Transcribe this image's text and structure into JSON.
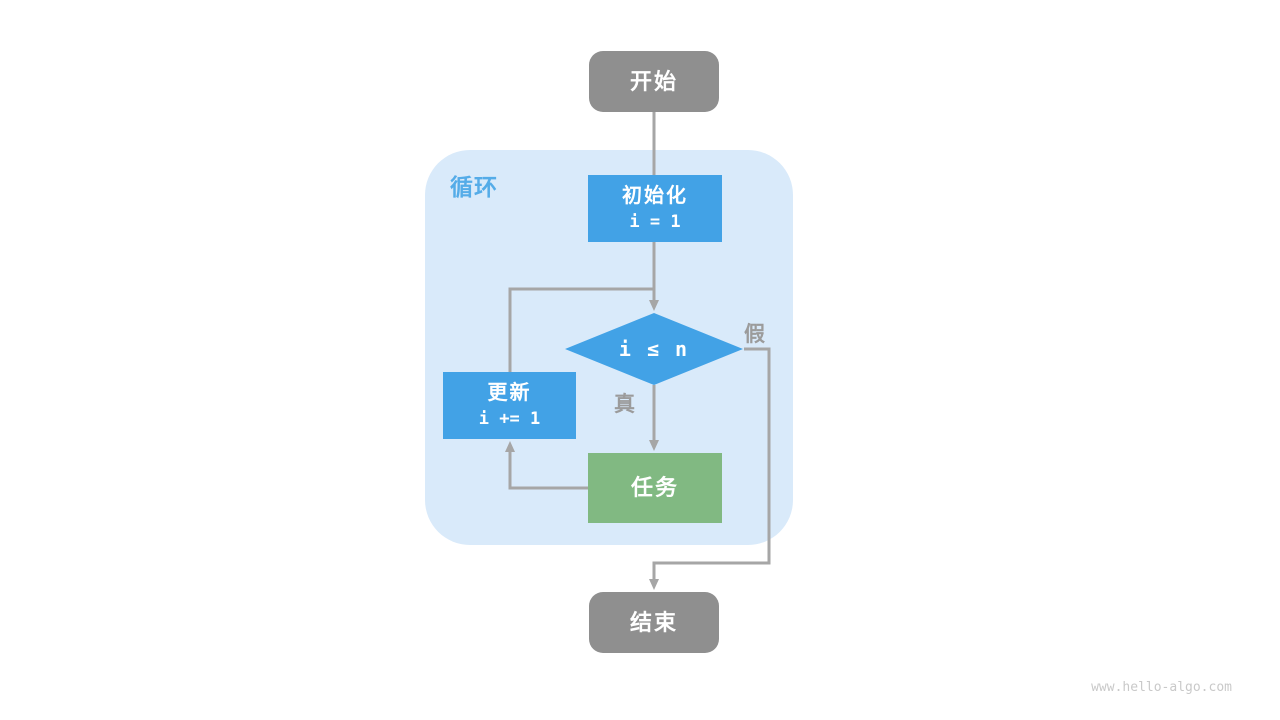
{
  "diagram": {
    "loop_container": {
      "label": "循环"
    },
    "nodes": {
      "start": {
        "label": "开始"
      },
      "init": {
        "label": "初始化",
        "code": "i = 1"
      },
      "condition": {
        "code": "i ≤ n"
      },
      "update": {
        "label": "更新",
        "code": "i += 1"
      },
      "task": {
        "label": "任务"
      },
      "end": {
        "label": "结束"
      }
    },
    "edge_labels": {
      "true_branch": "真",
      "false_branch": "假"
    },
    "colors": {
      "process_blue": "#42a2e6",
      "task_green": "#81b982",
      "terminal_gray": "#8f8f8f",
      "container_blue": "#d9eafa",
      "connector_gray": "#a6a6a6",
      "loop_label_blue": "#55ace8",
      "edge_label_gray": "#9b9b9b"
    },
    "watermark": "www.hello-algo.com"
  }
}
